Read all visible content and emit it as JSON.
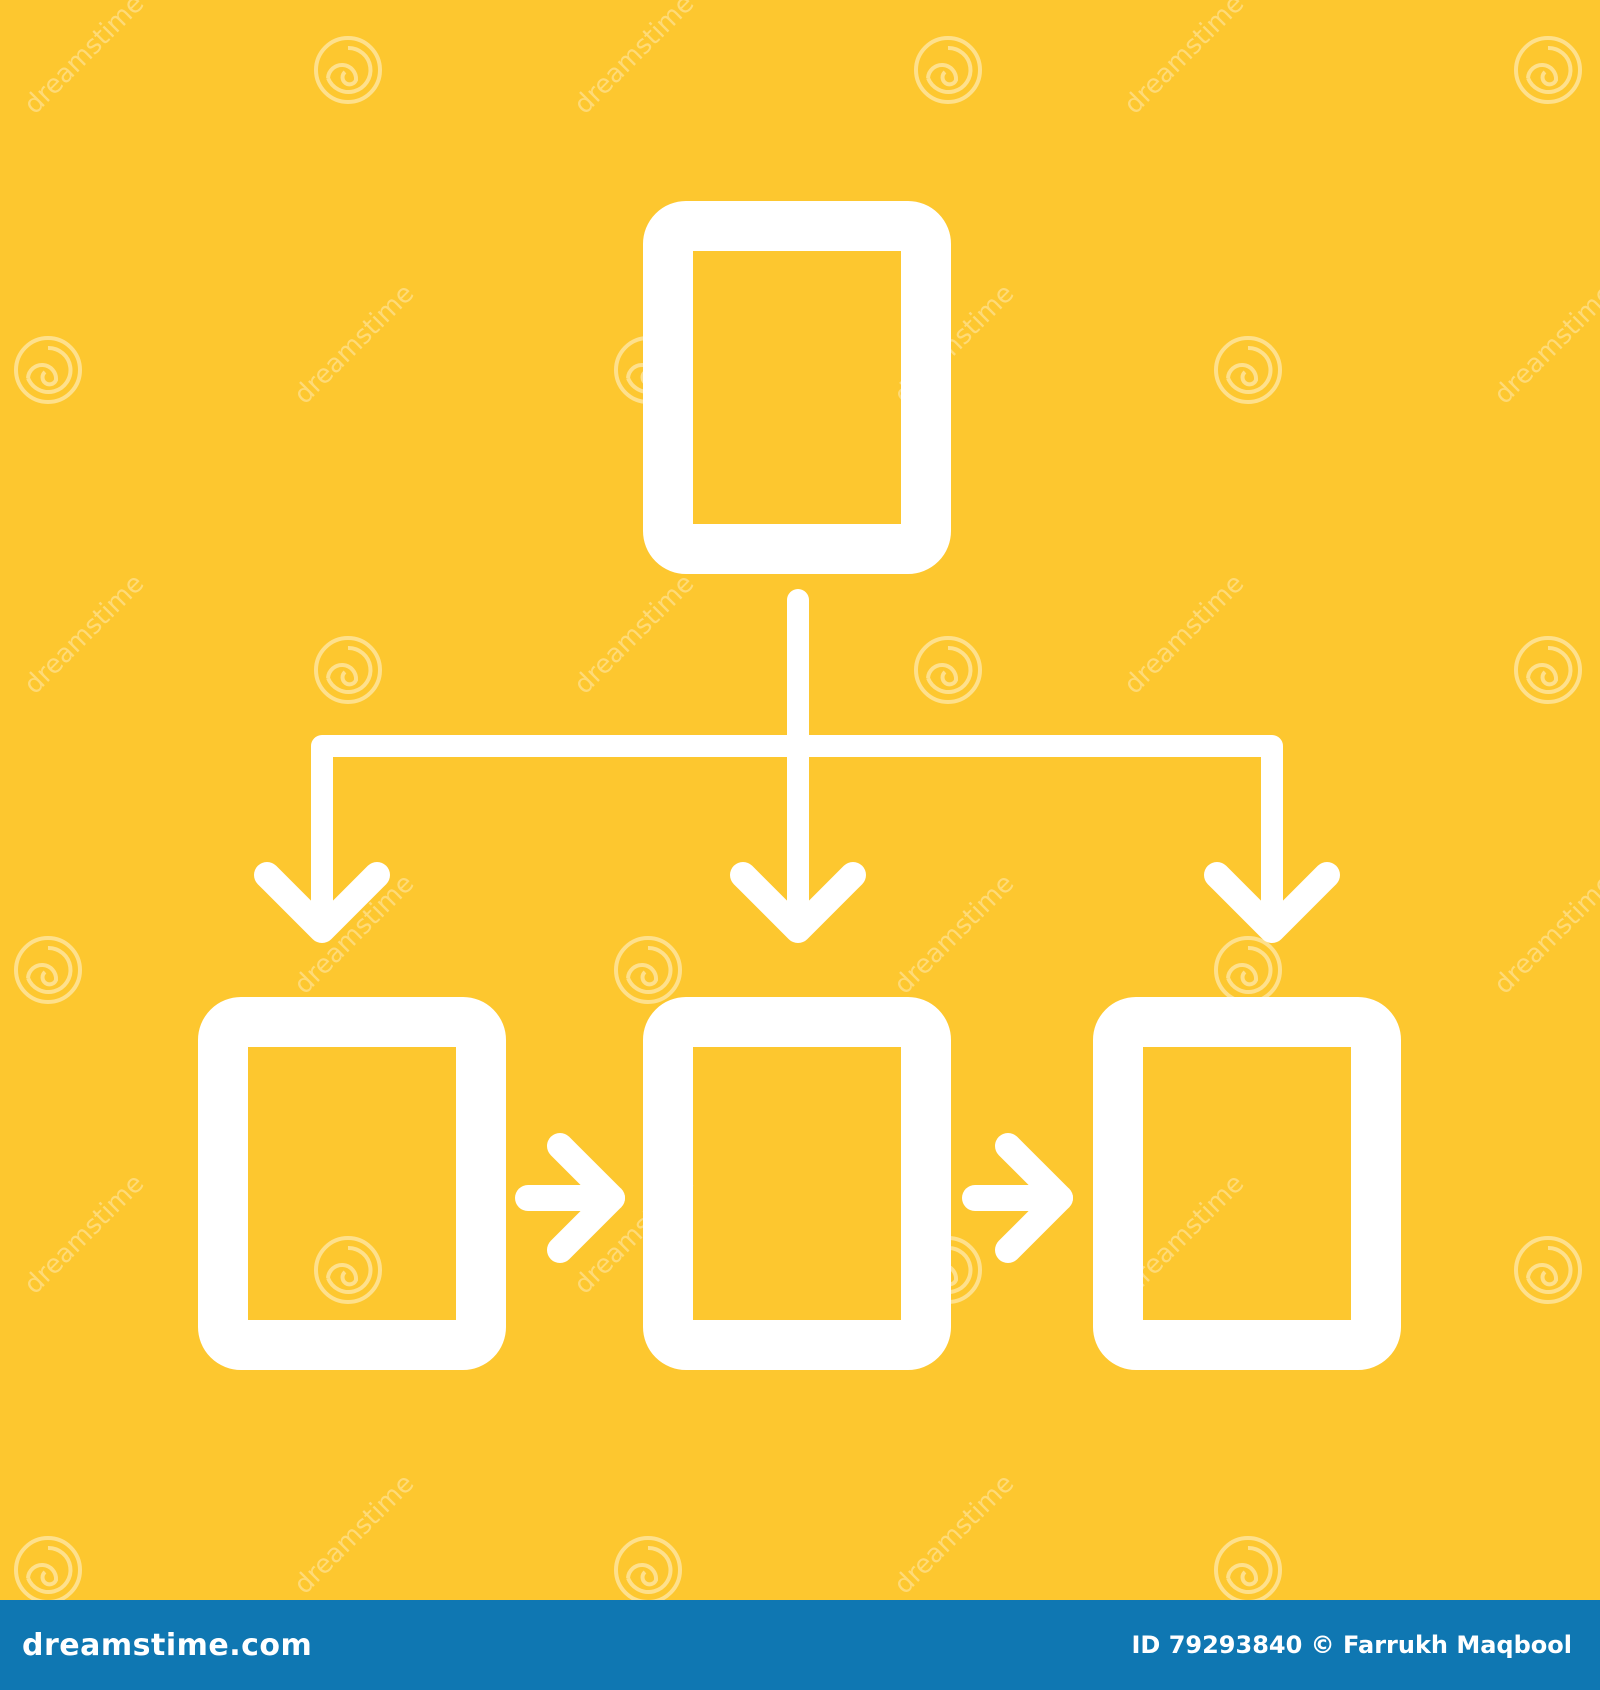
{
  "colors": {
    "background": "#fdc72f",
    "foreground": "#ffffff",
    "footer": "#0f77b2"
  },
  "diagram": {
    "type": "hierarchy-flow-icon",
    "nodes": [
      "root",
      "child-left",
      "child-middle",
      "child-right"
    ],
    "edges": [
      {
        "from": "root",
        "to": "child-left"
      },
      {
        "from": "root",
        "to": "child-middle"
      },
      {
        "from": "root",
        "to": "child-right"
      },
      {
        "from": "child-left",
        "to": "child-middle"
      },
      {
        "from": "child-middle",
        "to": "child-right"
      }
    ]
  },
  "watermark": {
    "text": "dreamstime",
    "icon": "spiral-logo-icon"
  },
  "footer": {
    "brand": "dreamstime.com",
    "credit": "ID 79293840 © Farrukh Maqbool"
  }
}
